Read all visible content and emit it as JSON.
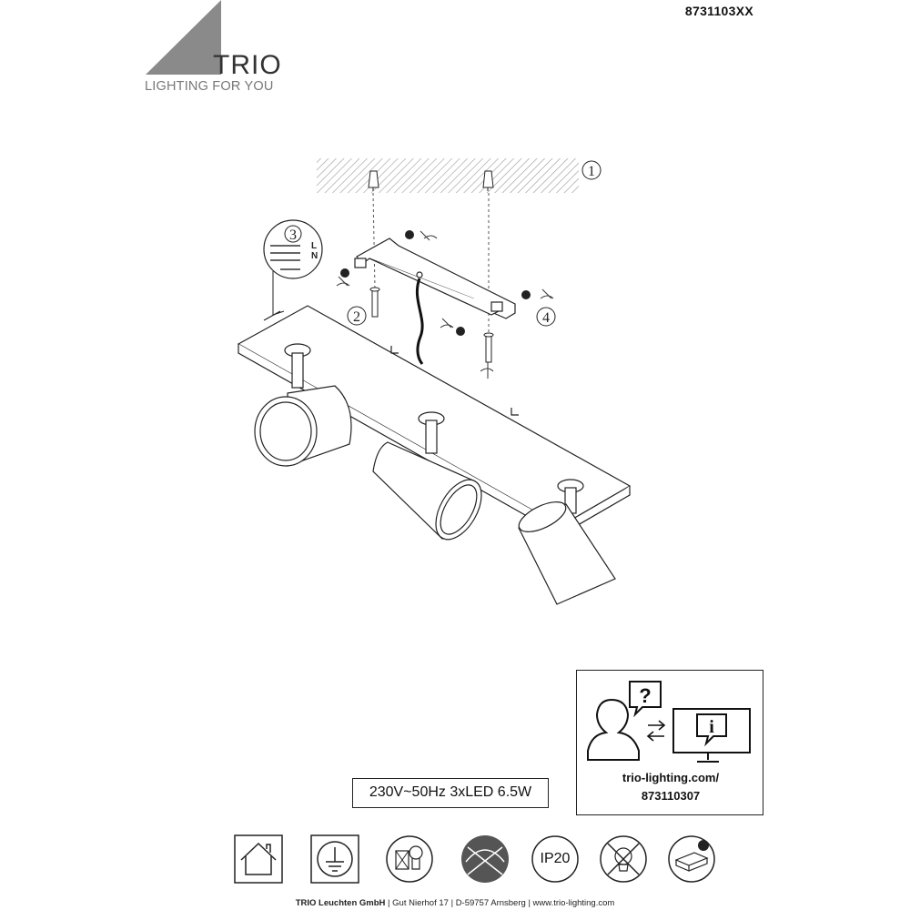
{
  "header": {
    "product_code": "8731103XX",
    "brand_name": "TRIO",
    "brand_tagline": "LIGHTING FOR YOU"
  },
  "diagram": {
    "step_labels": [
      "1",
      "2",
      "3",
      "4"
    ],
    "wiring_labels": [
      "L",
      "N"
    ]
  },
  "specs": {
    "text": "230V~50Hz  3xLED 6.5W"
  },
  "support": {
    "url": "trio-lighting.com/",
    "code": "873110307",
    "icons": [
      "person-question-icon",
      "exchange-arrows-icon",
      "monitor-info-icon"
    ]
  },
  "symbols": {
    "items": [
      "indoor-use-icon",
      "protection-class-1-icon",
      "bulb-replaceable-icon",
      "no-direct-sunlight-icon",
      "ip20-icon",
      "led-not-replaceable-icon",
      "recycling-icon"
    ],
    "ip_rating": "IP20"
  },
  "footer": {
    "company": "TRIO Leuchten GmbH",
    "street": "Gut Nierhof 17",
    "city": "D-59757 Arnsberg",
    "website": "www.trio-lighting.com"
  },
  "colors": {
    "logo_triangle": "#8a8a8a",
    "line": "#222222",
    "dark_symbol": "#555555"
  }
}
